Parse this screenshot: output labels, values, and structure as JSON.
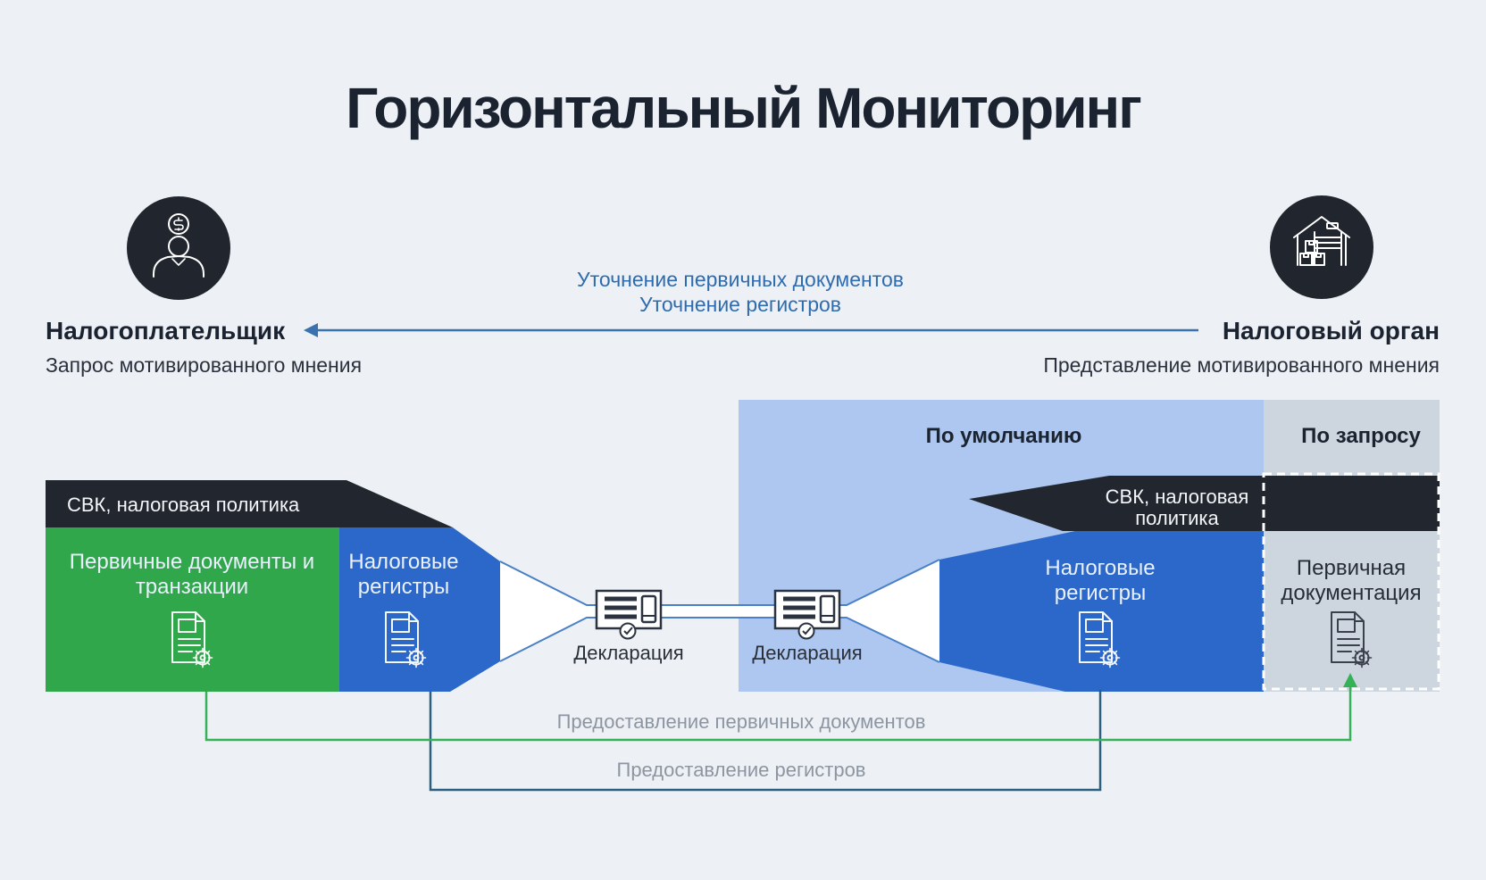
{
  "page": {
    "title": "Горизонтальный Мониторинг",
    "background_color": "#edf1f6"
  },
  "actors": {
    "taxpayer": {
      "name": "Налогоплательщик",
      "action": "Запрос мотивированного мнения",
      "icon": "person-dollar-icon"
    },
    "tax_authority": {
      "name": "Налоговый орган",
      "action": "Представление мотивированного мнения",
      "icon": "warehouse-icon"
    }
  },
  "feedback_arrow": {
    "line1": "Уточнение первичных документов",
    "line2": "Уточнение регистров",
    "direction": "right-to-left",
    "color": "#3a72ad"
  },
  "modes": {
    "default_label": "По умолчанию",
    "on_request_label": "По запросу"
  },
  "taxpayer_stack": {
    "header": "СВК, налоговая политика",
    "primary_block": {
      "line1": "Первичные документы и",
      "line2": "транзакции",
      "color": "#31a74c",
      "icon": "document-gear-icon"
    },
    "registers_block": {
      "line1": "Налоговые",
      "line2": "регистры",
      "color": "#2b68c9",
      "icon": "document-gear-icon"
    }
  },
  "declarations": {
    "left_label": "Декларация",
    "right_label": "Декларация",
    "icon": "declaration-check-icon"
  },
  "authority_stack": {
    "header_line1": "СВК, налоговая",
    "header_line2": "политика",
    "registers_block": {
      "line1": "Налоговые",
      "line2": "регистры",
      "color": "#2b68c9",
      "icon": "document-gear-icon"
    },
    "primary_doc_block": {
      "line1": "Первичная",
      "line2": "документация",
      "color": "#cdd5df",
      "icon": "document-gear-icon"
    }
  },
  "bottom_flows": {
    "primary_documents": {
      "label": "Предоставление первичных документов",
      "color": "#35b257"
    },
    "registers": {
      "label": "Предоставление регистров",
      "color": "#2b5f7e"
    }
  },
  "colors": {
    "dark": "#22272f",
    "green_block": "#31a74c",
    "blue_block": "#2b68c9",
    "light_blue_panel": "#adc7f0",
    "gray_panel": "#cdd5df",
    "funnel_stroke": "#4a80c8",
    "bottom_label_gray": "#8d95a1"
  }
}
